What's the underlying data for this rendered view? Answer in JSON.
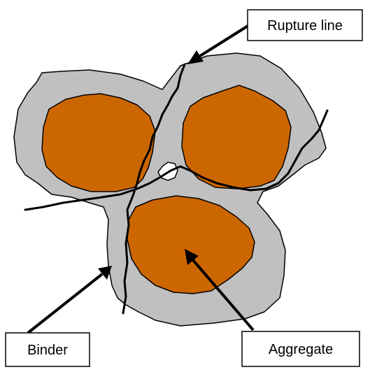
{
  "labels": {
    "rupture_line": "Rupture line",
    "binder": "Binder",
    "aggregate": "Aggregate"
  },
  "colors": {
    "background": "#ffffff",
    "binder": "#c0c0c0",
    "aggregate": "#cc6600",
    "outline": "#000000",
    "void": "#ffffff"
  }
}
